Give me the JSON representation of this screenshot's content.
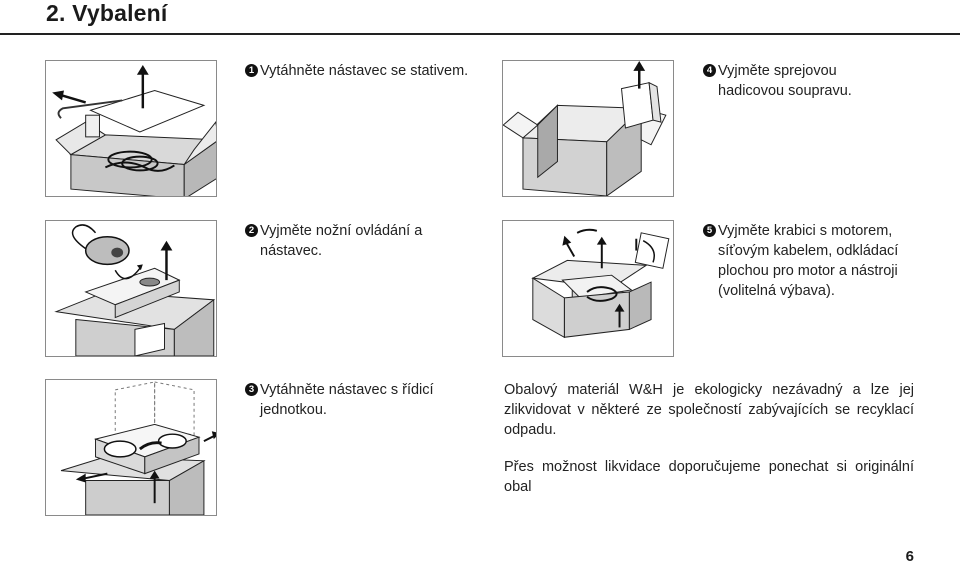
{
  "header": {
    "title": "2. Vybalení"
  },
  "steps": [
    {
      "number": "1",
      "text": "Vytáhněte nástavec se stativem."
    },
    {
      "number": "2",
      "text": "Vyjměte nožní ovládání a nástavec."
    },
    {
      "number": "3",
      "text": "Vytáhněte nástavec s řídicí jednotkou."
    },
    {
      "number": "4",
      "text": "Vyjměte sprejovou hadicovou soupravu."
    },
    {
      "number": "5",
      "text": "Vyjměte krabici s motorem, síťovým kabelem, odkládací plochou pro motor a nástroji (volitelná výbava)."
    }
  ],
  "notes": {
    "recycle": "Obalový materiál W&H je ekologicky nezávadný a lze jej zlikvidovat v některé ze společností zabývajících se recyklací odpadu.",
    "disposal": "Přes možnost likvidace doporučujeme ponechat si originální obal"
  },
  "footer": {
    "page_number": "6"
  }
}
